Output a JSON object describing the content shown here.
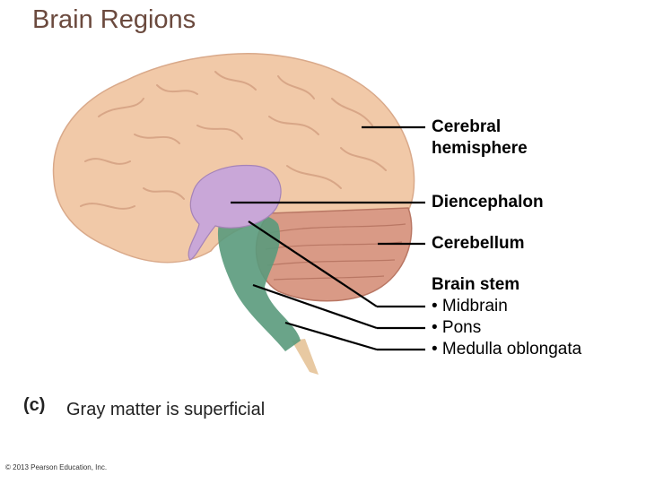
{
  "title": "Brain Regions",
  "labels": {
    "cerebral": [
      "Cerebral",
      "hemisphere"
    ],
    "diencephalon": "Diencephalon",
    "cerebellum": "Cerebellum",
    "brainstem": {
      "heading": "Brain stem",
      "items": [
        "• Midbrain",
        "• Pons",
        "• Medulla oblongata"
      ]
    }
  },
  "panel": {
    "letter": "(c)",
    "caption": "Gray matter is superficial"
  },
  "copyright": "© 2013 Pearson Education, Inc.",
  "colors": {
    "cerebrum": "#f1c9a8",
    "diencephalon": "#c9a7d8",
    "cerebellum": "#d99a86",
    "brainstem": "#5a9a7c"
  }
}
